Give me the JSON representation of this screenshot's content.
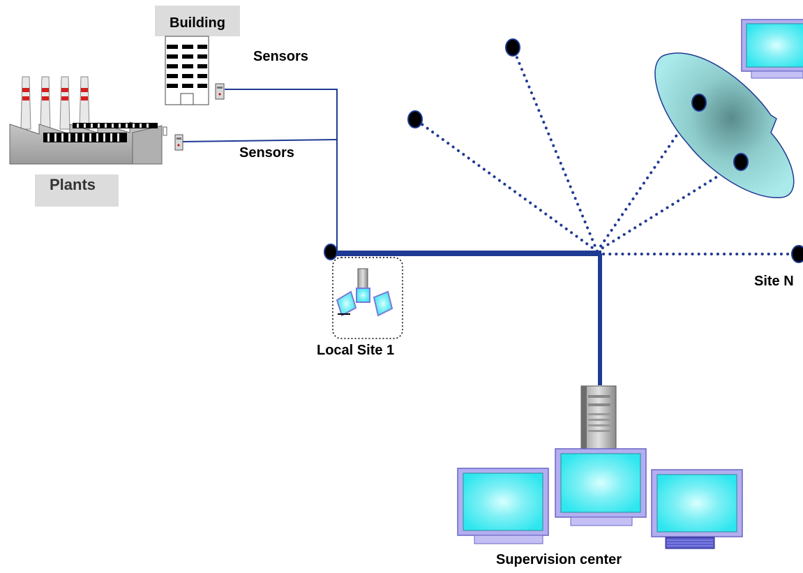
{
  "labels": {
    "building": "Building",
    "sensors_top": "Sensors",
    "sensors_bottom": "Sensors",
    "plants": "Plants",
    "local_site": "Local Site 1",
    "site_n": "Site N",
    "supervision": "Supervision center"
  },
  "colors": {
    "network_line": "#1f3a93",
    "sensor_wire": "#1f3a93",
    "node": "#000000",
    "screen": "#3fe8f0",
    "monitor_frame": "#b3aef0",
    "zone_fill": "#8fd6d6",
    "building_windows": "#000000",
    "chimney_stripe": "#d42020"
  },
  "icons": {
    "building": "building-icon",
    "plants": "factory-icon",
    "sensor": "sensor-icon",
    "server": "server-tower-icon",
    "monitor": "monitor-icon",
    "zone": "wireless-zone-icon"
  }
}
